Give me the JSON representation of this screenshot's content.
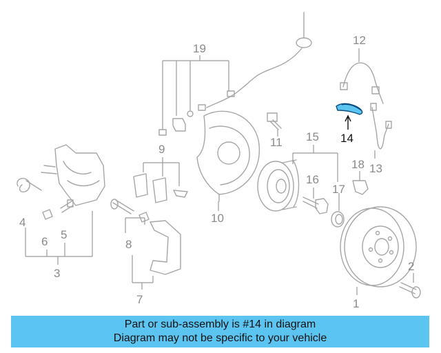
{
  "callouts": {
    "c1": "1",
    "c2": "2",
    "c3": "3",
    "c4": "4",
    "c5": "5",
    "c6": "6",
    "c7": "7",
    "c8": "8",
    "c9": "9",
    "c10": "10",
    "c11": "11",
    "c12": "12",
    "c13": "13",
    "c14": "14",
    "c15": "15",
    "c16": "16",
    "c17": "17",
    "c18": "18",
    "c19": "19"
  },
  "highlight": {
    "part": "14",
    "color": "#5bc4f1"
  },
  "banner": {
    "line1": "Part or sub-assembly is #14 in diagram",
    "line2": "Diagram may not be specific to your vehicle",
    "background": "#5bc4f1"
  }
}
